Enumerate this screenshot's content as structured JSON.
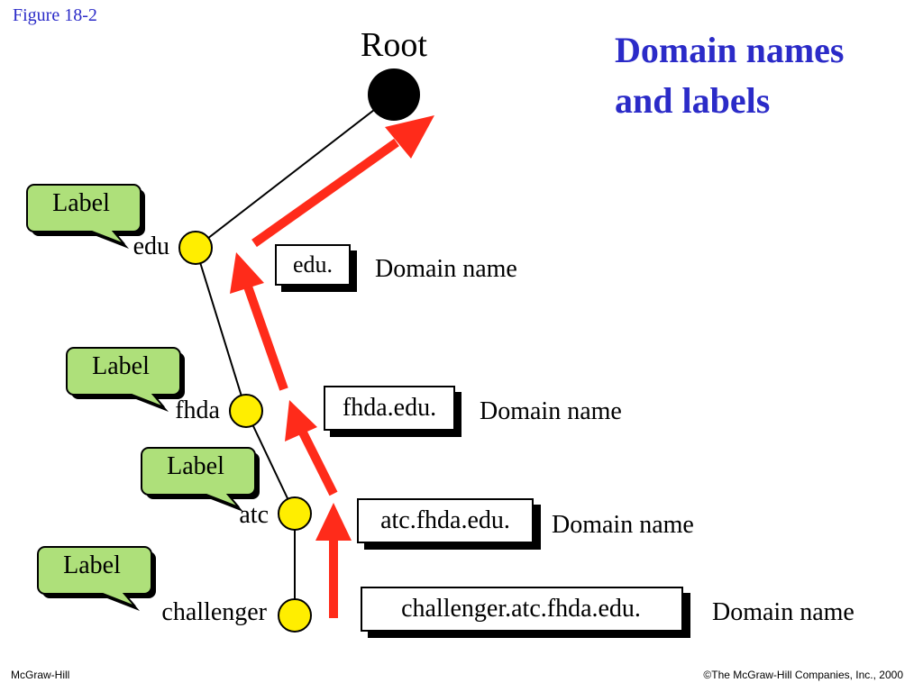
{
  "figure_label": "Figure  18-2",
  "title_line1": "Domain names",
  "title_line2": "and labels",
  "root_label": "Root",
  "callout_text": "Label",
  "nodes": [
    {
      "label": "edu",
      "domain": "edu."
    },
    {
      "label": "fhda",
      "domain": "fhda.edu."
    },
    {
      "label": "atc",
      "domain": "atc.fhda.edu."
    },
    {
      "label": "challenger",
      "domain": "challenger.atc.fhda.edu."
    }
  ],
  "domain_name_text": "Domain name",
  "footer_left": "McGraw-Hill",
  "footer_right": "©The McGraw-Hill Companies, Inc., 2000",
  "colors": {
    "title": "#2b2bc8",
    "arrow": "#ff2b1a",
    "node": "#ffee00",
    "callout": "#aee07a"
  }
}
